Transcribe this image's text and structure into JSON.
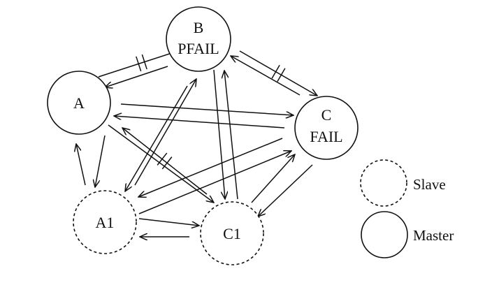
{
  "nodes": {
    "A": {
      "lines": [
        "A"
      ]
    },
    "B": {
      "lines": [
        "B",
        "PFAIL"
      ]
    },
    "C": {
      "lines": [
        "C",
        "FAIL"
      ]
    },
    "A1": {
      "lines": [
        "A1"
      ]
    },
    "C1": {
      "lines": [
        "C1"
      ]
    }
  },
  "legend": {
    "slave": "Slave",
    "master": "Master"
  },
  "colors": {
    "stroke": "#111111",
    "background": "#ffffff"
  }
}
